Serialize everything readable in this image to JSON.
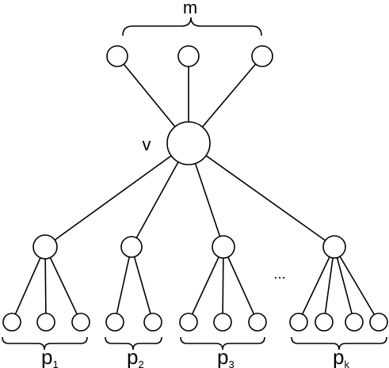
{
  "labels": {
    "top": "m",
    "center": "v",
    "ellipsis": "...",
    "groups": [
      {
        "base": "p",
        "sub": "1"
      },
      {
        "base": "p",
        "sub": "2"
      },
      {
        "base": "p",
        "sub": "3"
      },
      {
        "base": "p",
        "sub": "k"
      }
    ]
  }
}
